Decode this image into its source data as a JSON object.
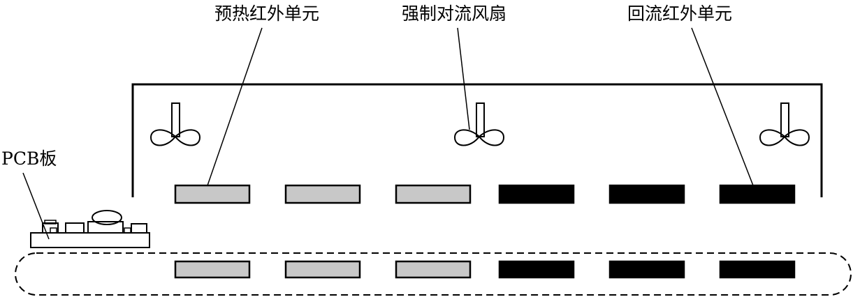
{
  "labels": {
    "preheat_ir": "预热红外单元",
    "fan": "强制对流风扇",
    "reflow_ir": "回流红外单元",
    "pcb": "PCB板"
  },
  "heaters": {
    "top_row": [
      "preheat",
      "preheat",
      "preheat",
      "reflow",
      "reflow",
      "reflow"
    ],
    "bottom_row": [
      "preheat",
      "preheat",
      "preheat",
      "reflow",
      "reflow",
      "reflow"
    ]
  },
  "fans": {
    "count": 3
  },
  "colors": {
    "preheat_fill": "#c8c8c8",
    "reflow_fill": "#000000",
    "line": "#000000",
    "background": "#ffffff"
  }
}
